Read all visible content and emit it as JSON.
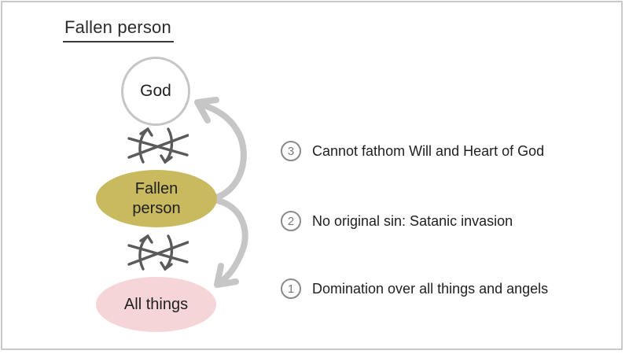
{
  "slide": {
    "title": "Fallen person",
    "nodes": {
      "god": "God",
      "fallen_person": "Fallen person",
      "all_things": "All things"
    },
    "items": [
      {
        "number": "3",
        "text": "Cannot fathom Will and Heart of God"
      },
      {
        "number": "2",
        "text": "No original sin: Satanic invasion"
      },
      {
        "number": "1",
        "text": "Domination over all things and angels"
      }
    ],
    "icons": {
      "blocked_exchange": "crossed-arrows",
      "cycle_up": "curved-arrow-to-god",
      "cycle_down": "curved-arrow-to-all-things"
    },
    "colors": {
      "slide_border": "#c9c9c9",
      "shape_stroke_gray": "#c6c6c6",
      "olive_fill": "#c9ba60",
      "pink_fill": "#f5d5d8",
      "dark_arrow": "#5a5a5a",
      "number_gray": "#8a8a8a",
      "text": "#1f1f1f"
    }
  }
}
